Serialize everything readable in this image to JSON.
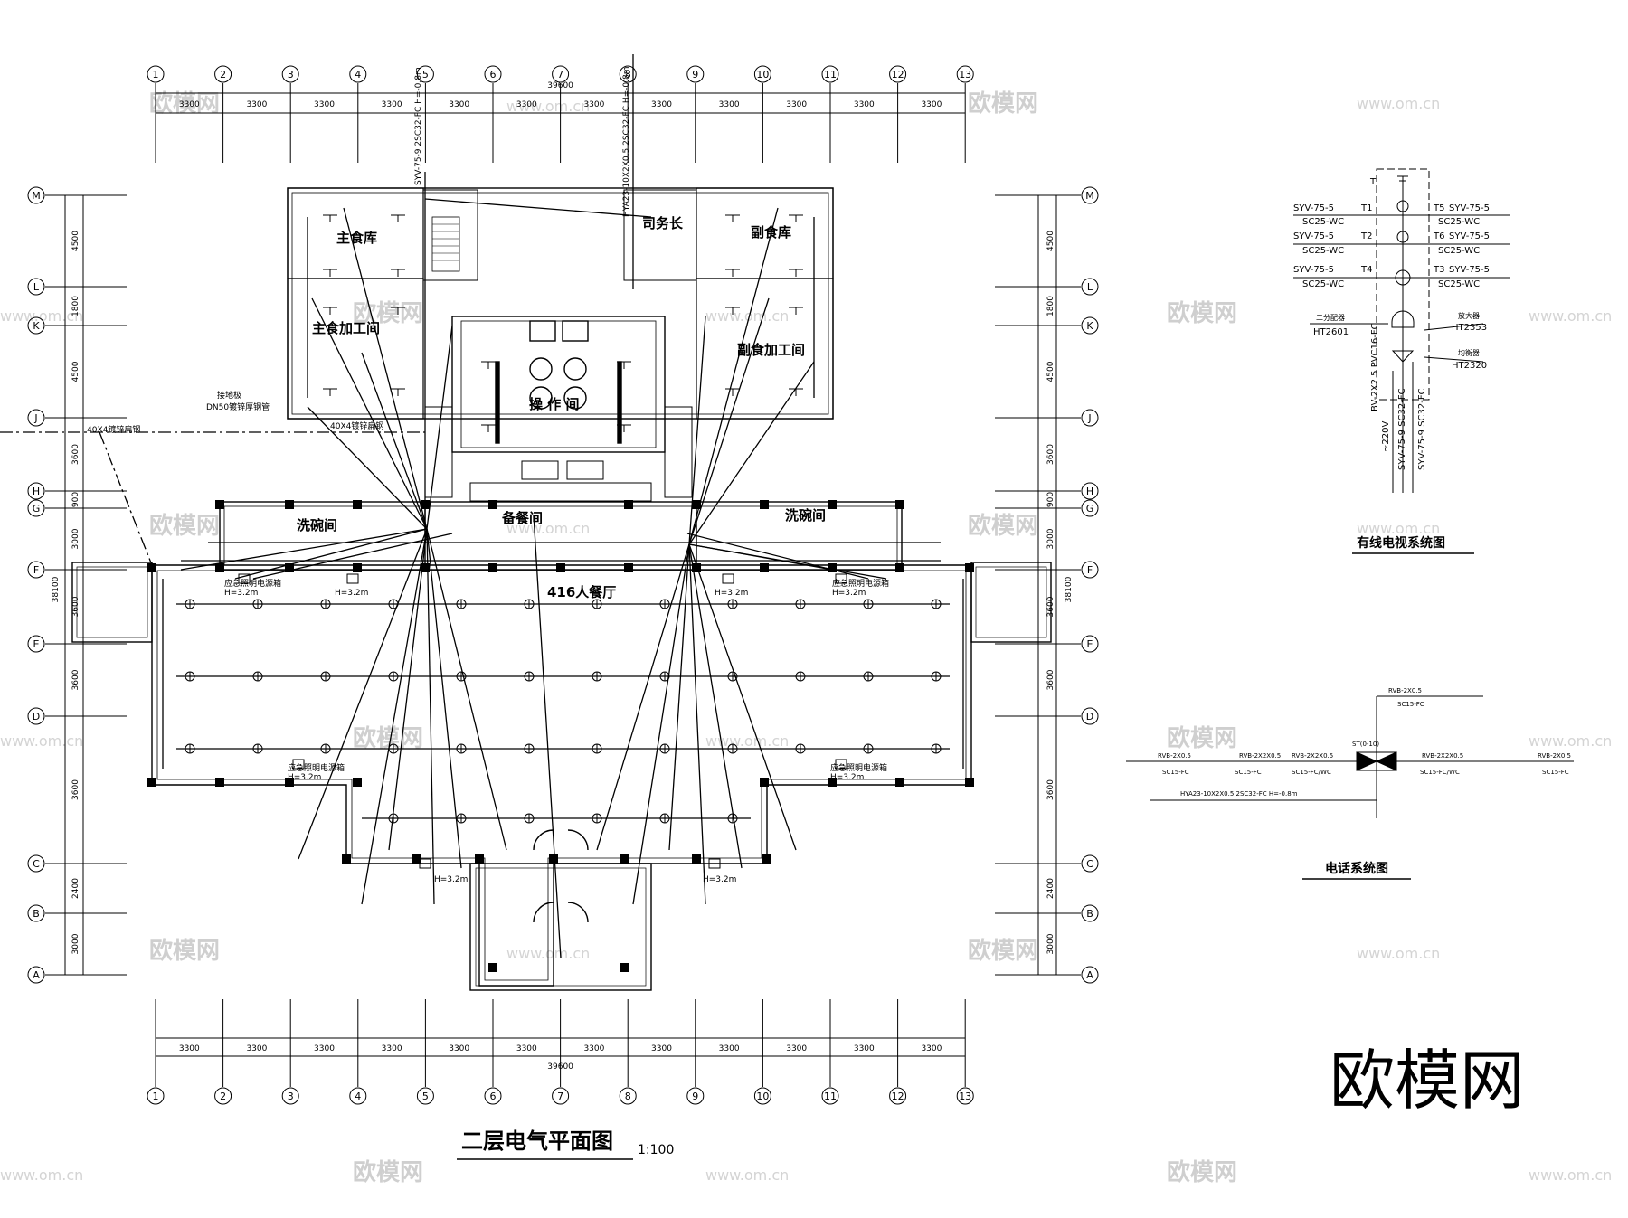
{
  "drawing": {
    "title": "二层电气平面图",
    "scale": "1:100",
    "brand_watermark": "欧模网",
    "watermark_url": "www.om.cn",
    "hall_label": "416人餐厅"
  },
  "axes": {
    "columns": [
      "1",
      "2",
      "3",
      "4",
      "5",
      "6",
      "7",
      "8",
      "9",
      "10",
      "11",
      "12",
      "13"
    ],
    "column_spacing": "3300",
    "total_width": "39600",
    "rows": [
      "A",
      "B",
      "C",
      "D",
      "E",
      "F",
      "G",
      "H",
      "J",
      "K",
      "L",
      "M"
    ],
    "row_dims_left": [
      "3000",
      "2400",
      "3600",
      "3600",
      "3600",
      "3000",
      "900",
      "3600",
      "4500",
      "1800",
      "4500"
    ],
    "row_dim_total": "38100"
  },
  "rooms": [
    {
      "id": "main-storage",
      "label": "主食库"
    },
    {
      "id": "side-storage",
      "label": "副食库"
    },
    {
      "id": "driver",
      "label": "司务长"
    },
    {
      "id": "main-process",
      "label": "主食加工间"
    },
    {
      "id": "side-process",
      "label": "副食加工间"
    },
    {
      "id": "operation",
      "label": "操 作 间"
    },
    {
      "id": "prep",
      "label": "备餐间"
    },
    {
      "id": "wash-left",
      "label": "洗碗间"
    },
    {
      "id": "wash-right",
      "label": "洗碗间"
    }
  ],
  "annotations": {
    "ground_label": "接地极",
    "ground_pipe": "DN50镀锌厚钢管",
    "steel_flat": "40X4镀锌扁钢",
    "steel_flat2": "40X4镀锌扁钢",
    "vertical_cable_1": "SYV-75-9 2SC32-FC H=-0.8m",
    "vertical_cable_2": "HYA23-10X2X0.5 2SC32-FC H=-0.8m",
    "tag_h": "H=3.2m",
    "emergency_label": "应急照明电源箱"
  },
  "tv_system": {
    "title": "有线电视系统图",
    "top_label": "T",
    "left_rows": [
      {
        "cable": "SYV-75-5",
        "pipe": "SC25-WC",
        "tap": "T1"
      },
      {
        "cable": "SYV-75-5",
        "pipe": "SC25-WC",
        "tap": "T2"
      },
      {
        "cable": "SYV-75-5",
        "pipe": "SC25-WC",
        "tap": "T4"
      }
    ],
    "right_rows": [
      {
        "cable": "SYV-75-5",
        "pipe": "SC25-WC",
        "tap": "T5"
      },
      {
        "cable": "SYV-75-5",
        "pipe": "SC25-WC",
        "tap": "T6"
      },
      {
        "cable": "SYV-75-5",
        "pipe": "SC25-WC",
        "tap": "T3"
      }
    ],
    "splitter_label": "二分配器",
    "splitter_model": "HT2601",
    "amp_label": "放大器",
    "amp_model": "HT2353",
    "eq_label": "均衡器",
    "eq_model": "HT2320",
    "feed_1": "BV-2X2.5 PVC16-FC",
    "feed_2": "~220V",
    "feed_3": "SYV-75-9 SC32-FC",
    "feed_4": "SYV-75-9 SC32-FC"
  },
  "phone_system": {
    "title": "电话系统图",
    "top_cable": "RVB-2X0.5",
    "top_pipe": "SC15-FC",
    "box_label": "ST(0-10)",
    "left_segments": [
      "RVB-2X0.5",
      "RVB-2X2X0.5",
      "RVB-2X2X0.5"
    ],
    "left_pipes": [
      "SC15-FC",
      "SC15-FC",
      "SC15-FC/WC"
    ],
    "right_segments": [
      "RVB-2X2X0.5",
      "RVB-2X0.5"
    ],
    "right_pipes": [
      "SC15-FC/WC",
      "SC15-FC"
    ],
    "trunk": "HYA23-10X2X0.5 2SC32-FC H=-0.8m"
  }
}
